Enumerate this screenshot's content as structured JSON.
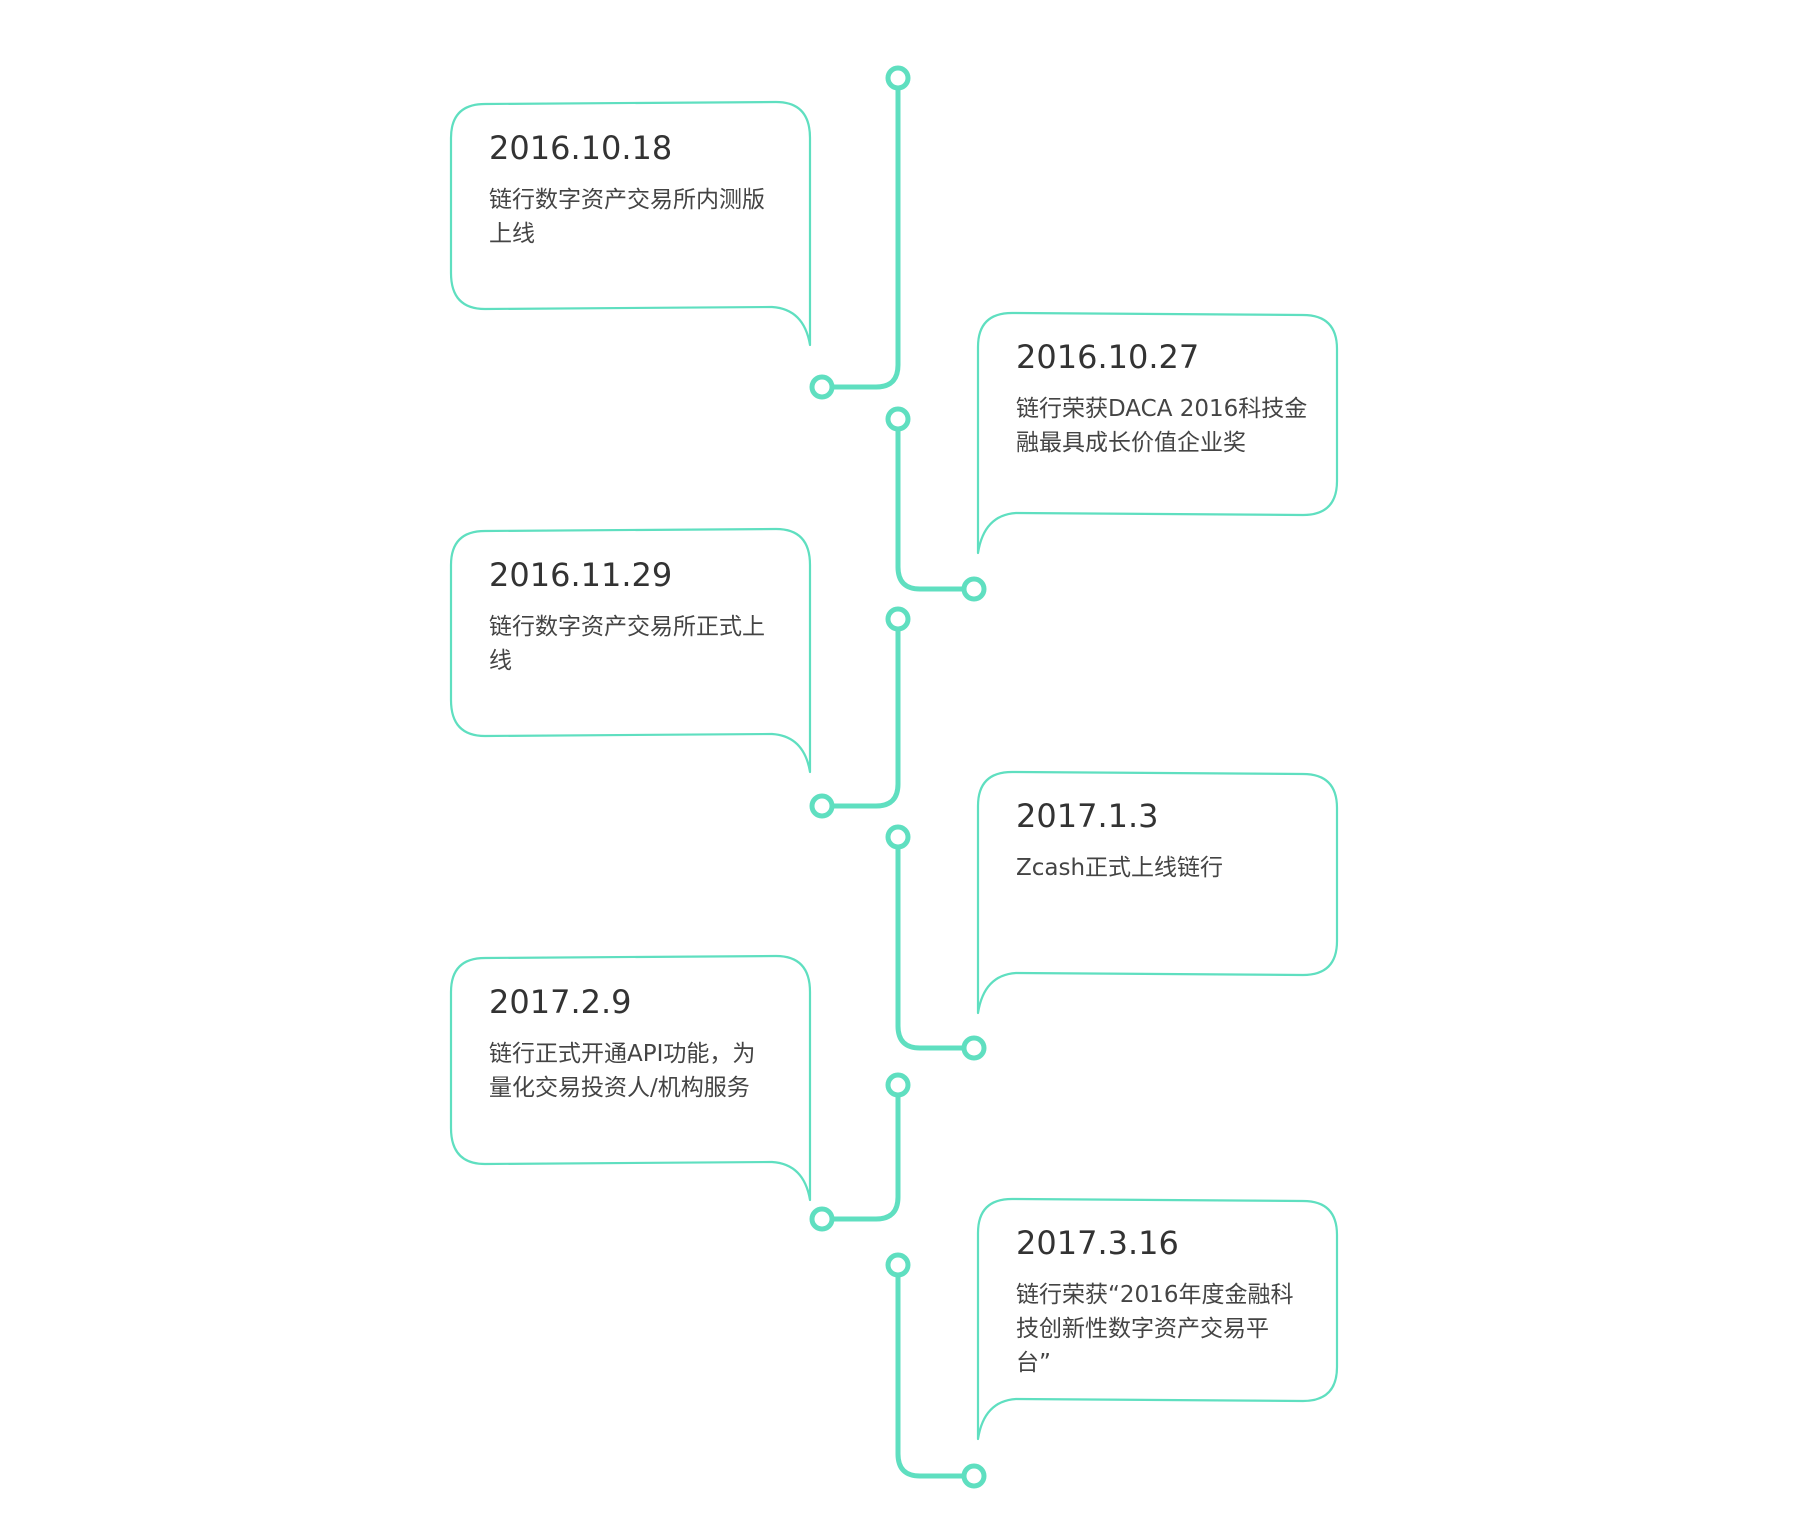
{
  "accent_color": "#5fdfc0",
  "events": [
    {
      "date": "2016.10.18",
      "description_lines": [
        "链行数字资产交易所内测版",
        "上线"
      ]
    },
    {
      "date": "2016.10.27",
      "description_lines": [
        "链行荣获DACA 2016科技金",
        "融最具成长价值企业奖"
      ]
    },
    {
      "date": "2016.11.29",
      "description_lines": [
        "链行数字资产交易所正式上",
        "线"
      ]
    },
    {
      "date": "2017.1.3",
      "description_lines": [
        "Zcash正式上线链行"
      ]
    },
    {
      "date": "2017.2.9",
      "description_lines": [
        "链行正式开通API功能，为",
        "量化交易投资人/机构服务"
      ]
    },
    {
      "date": "2017.3.16",
      "description_lines": [
        "链行荣获“2016年度金融科",
        "技创新性数字资产交易平",
        "台”"
      ]
    }
  ]
}
